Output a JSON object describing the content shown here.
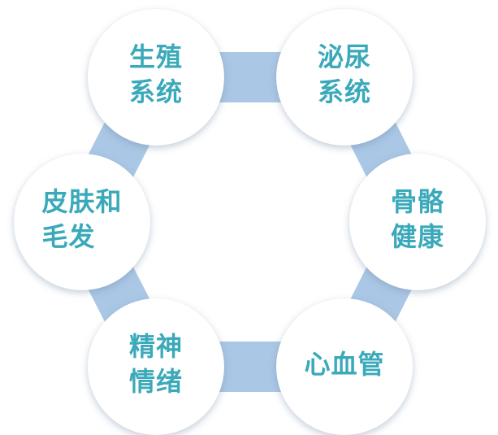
{
  "colors": {
    "background": "#ffffff",
    "connector": "#aac7e5",
    "node_fill": "#ffffff",
    "label_text": "#3aa9ba"
  },
  "diagram": {
    "type": "hexagonal-cycle",
    "node_count": 6
  },
  "nodes": [
    {
      "id": "reproductive-system",
      "position": "top-left",
      "lines": [
        "生殖",
        "系统"
      ]
    },
    {
      "id": "urinary-system",
      "position": "top-right",
      "lines": [
        "泌尿",
        "系统"
      ]
    },
    {
      "id": "bone-health",
      "position": "right",
      "lines": [
        "骨骼",
        "健康"
      ]
    },
    {
      "id": "cardiovascular",
      "position": "bottom-right",
      "lines": [
        "心血管"
      ]
    },
    {
      "id": "mental-emotional",
      "position": "bottom-left",
      "lines": [
        "精神",
        "情绪"
      ]
    },
    {
      "id": "skin-and-hair",
      "position": "left",
      "lines": [
        "皮肤和",
        "毛发"
      ]
    }
  ]
}
